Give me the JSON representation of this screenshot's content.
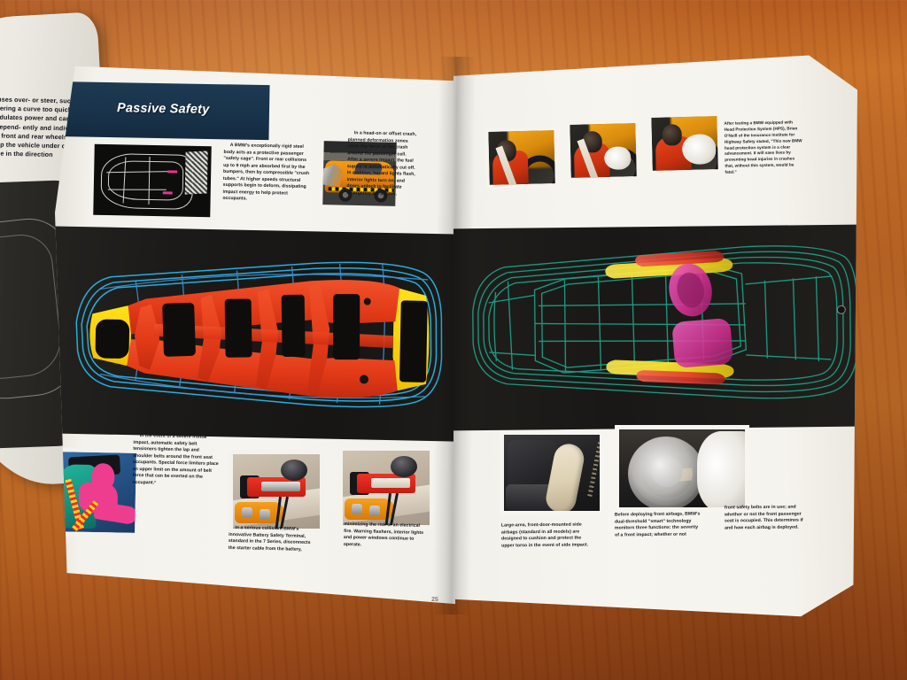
{
  "scene": {
    "description": "Open BMW brochure on a wooden table",
    "table_color": "#c06a26",
    "page_color": "#f4f2ec"
  },
  "left_turned_page": {
    "name": "previous-page-partially-turned",
    "text": "senses over- or\nsteer, such as\nentering a curve\ntoo quickly, it modulates\npower and can\nbrake independ-\nently and individ-\nually the front and\nrear wheels to help keep\nthe vehicle under control-\nlable in the direction"
  },
  "left_page": {
    "header": {
      "title": "Passive Safety",
      "band_color": "#183249"
    },
    "images": [
      {
        "name": "body-cage-wireframe-inset",
        "alt": "White wireframe outline of car body with crash barrier hatch pattern on black"
      },
      {
        "name": "frontal-crash-test-photo",
        "alt": "Orange BMW after offset frontal crash test against barrier"
      },
      {
        "name": "body-structure-hero",
        "alt": "Overhead view of BMW body shell, red safety cage with yellow crumple zones and blue wireframe overlay"
      },
      {
        "name": "belt-tensioner-illustration",
        "alt": "Stylized illustration of occupant in teal seat with magenta body and yellow/red belt tensioner"
      },
      {
        "name": "battery-safety-terminal-photo-1",
        "alt": "Battery Safety Terminal cutaway, connected state"
      },
      {
        "name": "battery-safety-terminal-photo-2",
        "alt": "Battery Safety Terminal cutaway, disconnected state"
      }
    ],
    "columns": [
      {
        "name": "col-safety-cage",
        "text": "A BMW's exceptionally rigid steel body acts as a protective passenger \"safety cage\". Front or rear collisions up to 9 mph are absorbed first by the bumpers, then by compressible \"crush tubes.\" At higher speeds structural supports begin to deform, dissipating impact energy to help protect occupants."
      },
      {
        "name": "col-deformation-zones",
        "text": "In a head-on or offset crash, planned deformation zones route the force of the crash around the passenger cell. After a severe impact, the fuel supply is automatically cut off. In addition, hazard lights flash, interior lights turn on, and doors unlock to facilitate emergency aid access."
      },
      {
        "name": "col-belt-tensioners",
        "text": "In the event of a severe frontal impact, automatic safety belt tensioners tighten the lap and shoulder belts around the front seat occupants. Special force limiters place an upper limit on the amount of belt force that can be exerted on the occupant.²"
      },
      {
        "name": "col-battery-terminal",
        "text": "In a serious collision, BMW's innovative Battery Safety Terminal, standard in the 7 Series, disconnects the starter cable from the battery,"
      },
      {
        "name": "col-electrical-fire",
        "text": "minimizing the risk of an electrical fire. Warning flashers, interior lights and power windows continue to operate."
      }
    ],
    "page_number": "25"
  },
  "right_page": {
    "images": [
      {
        "name": "dummy-sequence-photo-1",
        "alt": "Crash test dummy at moment of impact, airbag beginning to deploy"
      },
      {
        "name": "dummy-sequence-photo-2",
        "alt": "Crash test dummy with airbag inflating"
      },
      {
        "name": "dummy-sequence-photo-3",
        "alt": "Crash test dummy cushioned by fully inflated airbag"
      },
      {
        "name": "airbag-system-hero",
        "alt": "Overhead teal wireframe of BMW with magenta airbags and yellow head protection tubes"
      },
      {
        "name": "side-airbag-photo",
        "alt": "Deployed door-mounted side airbag beside leather seat"
      },
      {
        "name": "steering-wheel-airbag-photo",
        "alt": "Deployed driver and passenger front airbags in cabin"
      }
    ],
    "columns": [
      {
        "name": "col-hps-quote",
        "text": "After testing a BMW equipped with Head Protection System (HPS), Brian O'Neill of the Insurance Institute for Highway Safety stated, \"This new BMW head protection system is a clear advancement. It will save lives by preventing head injuries in crashes that, without this system, would be fatal.\""
      },
      {
        "name": "col-side-airbags",
        "text": "Large-area, front-door-mounted side airbags (standard in all models) are designed to cushion and protect the upper torso in the event of side impact."
      },
      {
        "name": "col-smart-airbags",
        "text": "Before deploying front airbags, BMW's dual-threshold \"smart\" technology monitors three functions: the severity of a front impact; whether or not"
      },
      {
        "name": "col-airbag-deployment",
        "text": "front safety belts are in use; and whether or not the front passenger seat is occupied. This determines if and how each airbag is deployed."
      }
    ]
  },
  "chart_data": null
}
